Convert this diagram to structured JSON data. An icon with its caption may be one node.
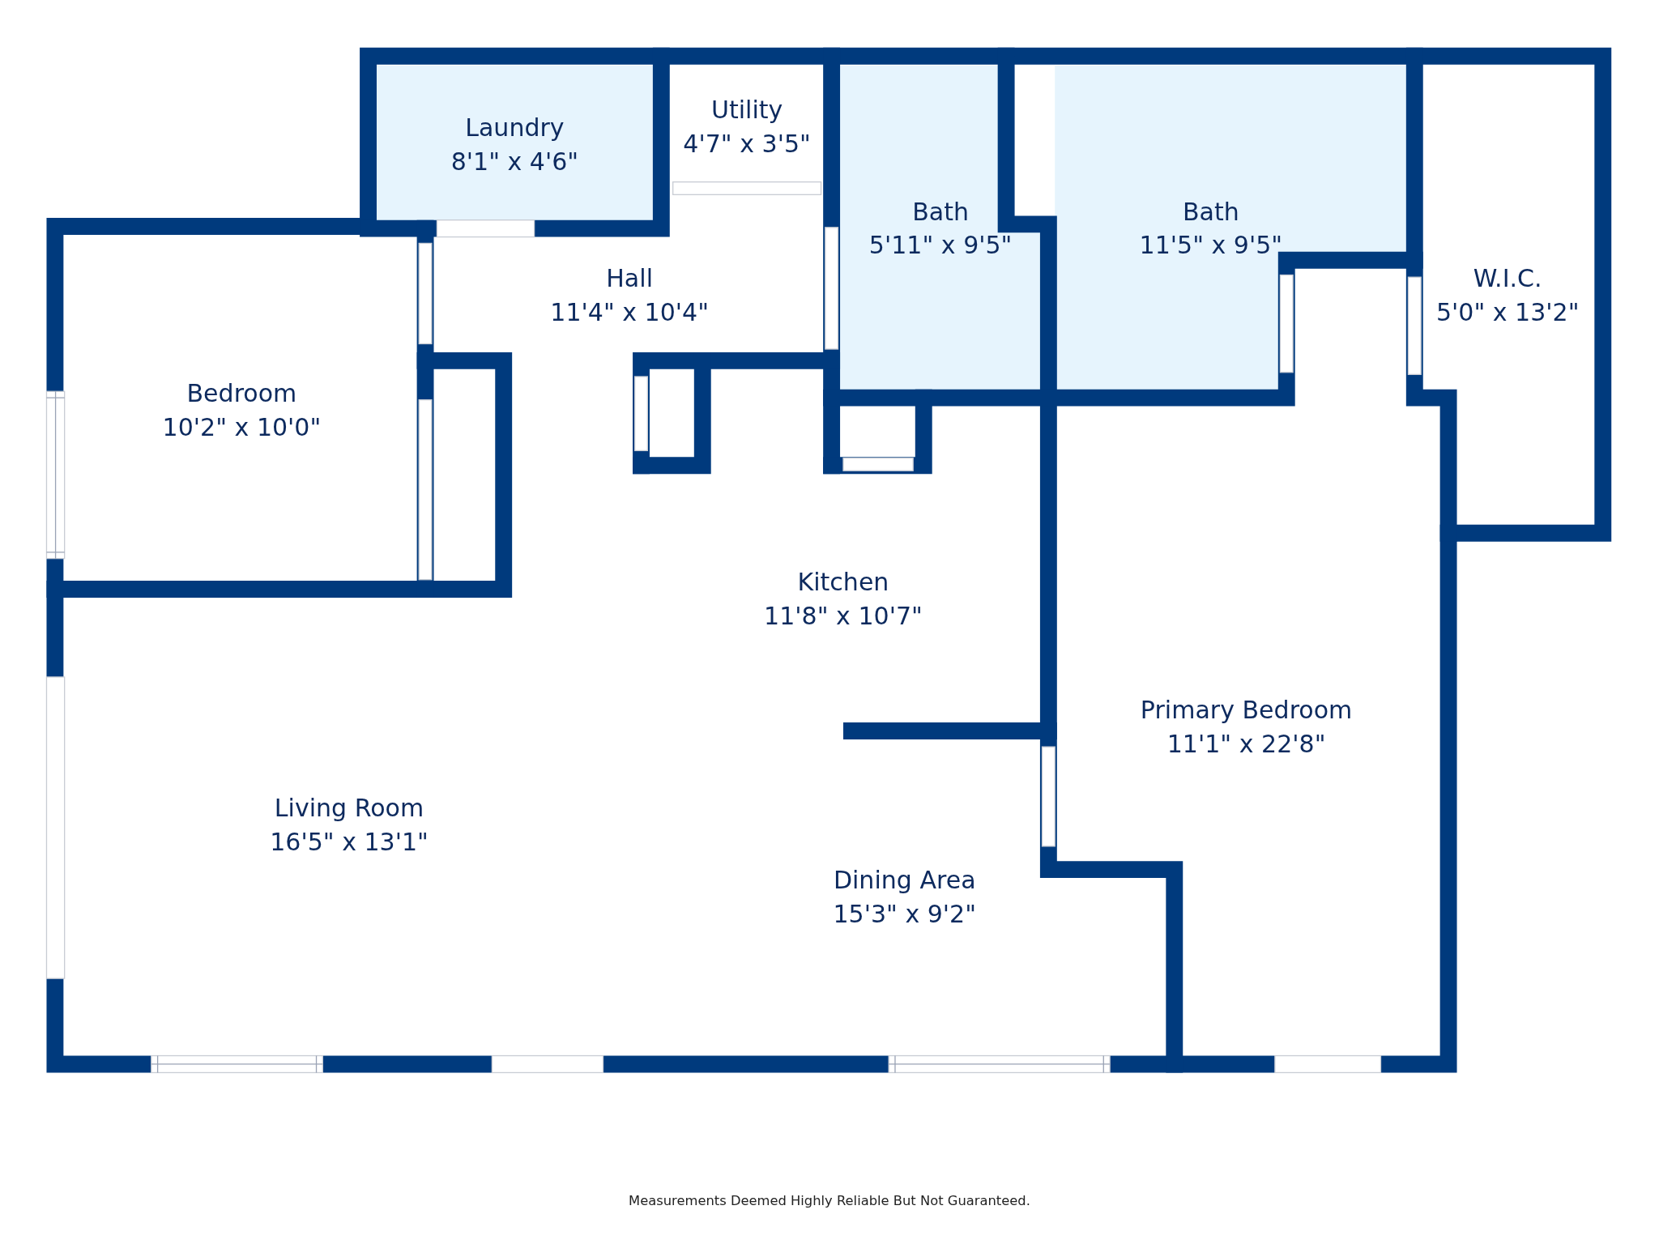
{
  "diagram": {
    "caption": "Measurements Deemed Highly Reliable But Not Guaranteed.",
    "nodes": [
      {
        "text": [
          "Laundry",
          "8'1\" x 4'6\""
        ]
      },
      {
        "text": [
          "Utility",
          "4'7\" x 3'5\""
        ]
      },
      {
        "text": [
          "Bath",
          "5'11\" x 9'5\""
        ]
      },
      {
        "text": [
          "Bath",
          "11'5\" x 9'5\""
        ]
      },
      {
        "text": [
          "W.I.C.",
          "5'0\" x 13'2\""
        ]
      },
      {
        "text": [
          "Bedroom",
          "10'2\" x 10'0\""
        ]
      },
      {
        "text": [
          "Hall",
          "11'4\" x 10'4\""
        ]
      },
      {
        "text": [
          "Kitchen",
          "11'8\" x 10'7\""
        ]
      },
      {
        "text": [
          "Primary Bedroom",
          "11'1\" x 22'8\""
        ]
      },
      {
        "text": [
          "Living Room",
          "16'5\" x 13'1\""
        ]
      },
      {
        "text": [
          "Dining Area",
          "15'3\" x 9'2\""
        ]
      }
    ]
  }
}
